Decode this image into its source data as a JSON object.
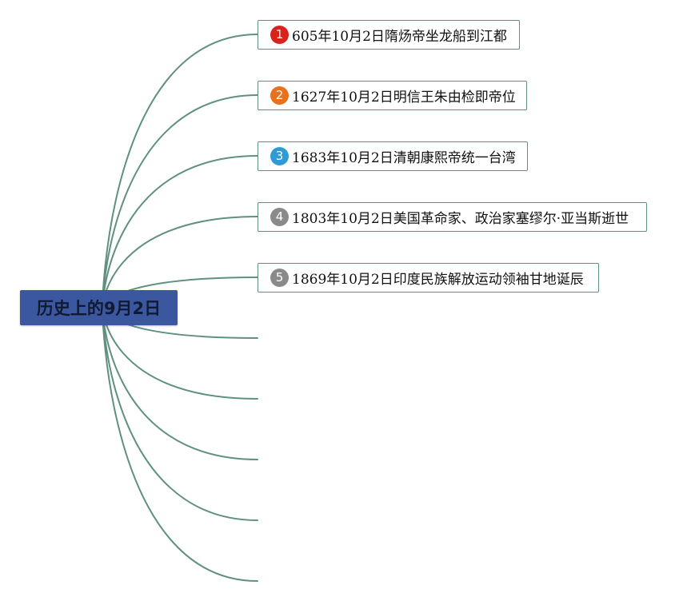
{
  "root": {
    "label": "历史上的9月2日"
  },
  "topics": [
    {
      "number": "1",
      "label": "605年10月2日隋炀帝坐龙船到江都",
      "badge_color": "#d8231c"
    },
    {
      "number": "2",
      "label": "1627年10月2日明信王朱由检即帝位",
      "badge_color": "#e8711d"
    },
    {
      "number": "3",
      "label": "1683年10月2日清朝康熙帝统一台湾",
      "badge_color": "#2e9ad6"
    },
    {
      "number": "4",
      "label": "1803年10月2日美国革命家、政治家塞缪尔·亚当斯逝世",
      "badge_color": "#8a8a8a"
    },
    {
      "number": "5",
      "label": "1869年10月2日印度民族解放运动领袖甘地诞辰",
      "badge_color": "#8a8a8a"
    }
  ],
  "empty_branch_count": 5,
  "colors": {
    "connector": "#5f9080",
    "root_fill": "#3b57a0",
    "topic_border": "#5f9080"
  }
}
